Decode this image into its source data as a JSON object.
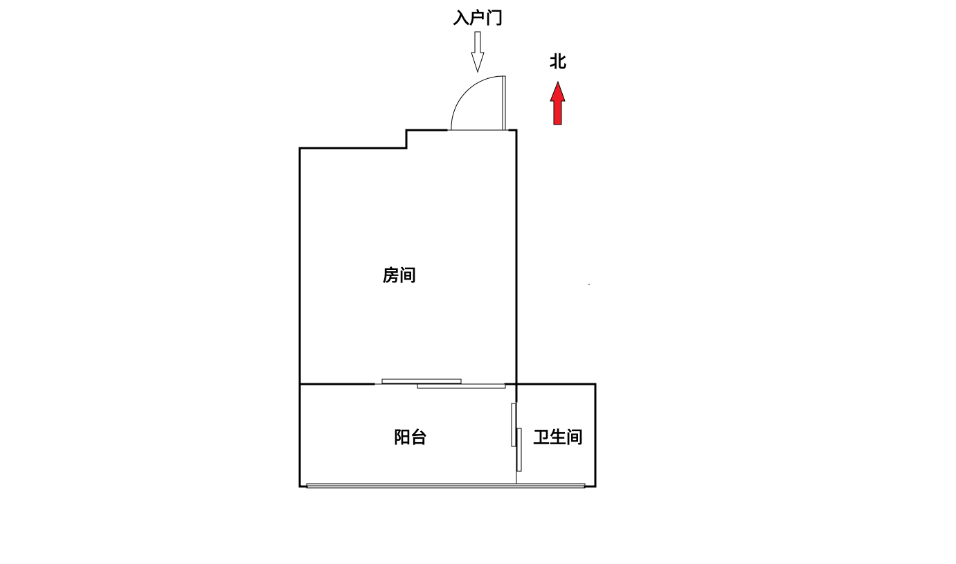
{
  "labels": {
    "entrance": "入户门",
    "north": "北",
    "room": "房间",
    "balcony": "阳台",
    "bathroom": "卫生间"
  },
  "colors": {
    "north_arrow": "#ed1c24",
    "walls": "#000000",
    "background": "#ffffff"
  },
  "icons": {
    "entrance_arrow": "down-arrow-icon",
    "north_arrow": "north-arrow-icon",
    "door": "door-swing-icon"
  }
}
